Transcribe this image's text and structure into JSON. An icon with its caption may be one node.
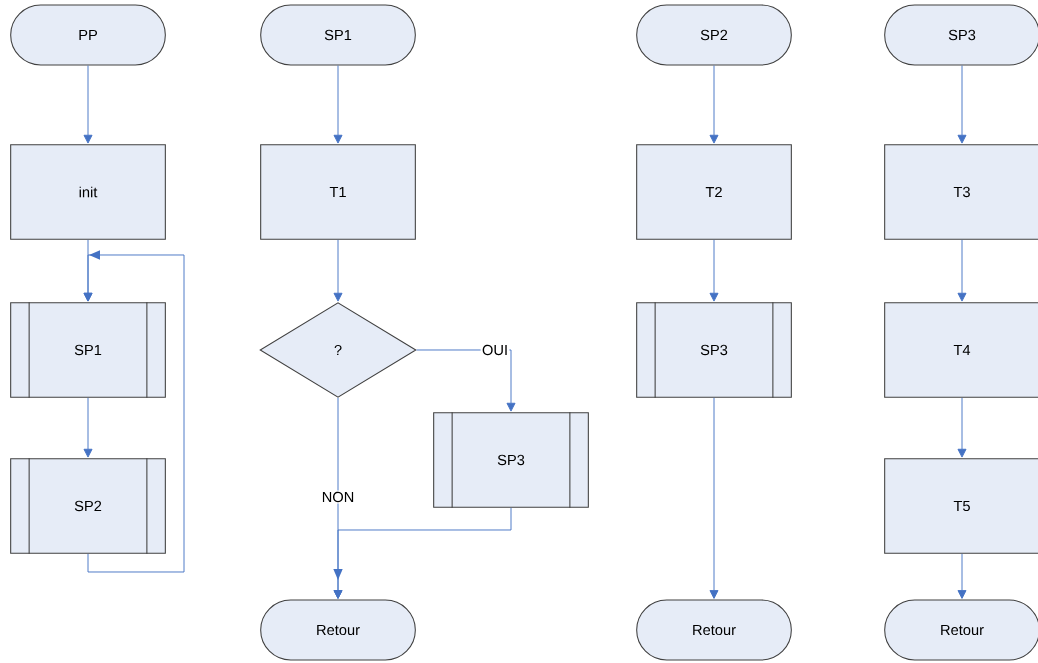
{
  "diagram": {
    "nodes": [
      {
        "text": [
          "PP"
        ]
      },
      {
        "text": [
          "init"
        ]
      },
      {
        "text": [
          "SP1"
        ]
      },
      {
        "text": [
          "SP2"
        ]
      },
      {
        "text": [
          "SP1"
        ]
      },
      {
        "text": [
          "T1"
        ]
      },
      {
        "text": [
          "?"
        ]
      },
      {
        "text": [
          "SP3"
        ]
      },
      {
        "text": [
          "Retour"
        ]
      },
      {
        "text": [
          "SP2"
        ]
      },
      {
        "text": [
          "T2"
        ]
      },
      {
        "text": [
          "SP3"
        ]
      },
      {
        "text": [
          "Retour"
        ]
      },
      {
        "text": [
          "SP3"
        ]
      },
      {
        "text": [
          "T3"
        ]
      },
      {
        "text": [
          "T4"
        ]
      },
      {
        "text": [
          "T5"
        ]
      },
      {
        "text": [
          "Retour"
        ]
      }
    ],
    "edges": [
      {
        "from": 0,
        "to": 1,
        "arrow": "to"
      },
      {
        "from": 1,
        "to": 2,
        "arrow": "to"
      },
      {
        "from": 2,
        "to": 3,
        "arrow": "to"
      },
      {
        "from": 3,
        "to": 2,
        "arrow": "to"
      },
      {
        "from": 4,
        "to": 5,
        "arrow": "to"
      },
      {
        "from": 5,
        "to": 6,
        "arrow": "to"
      },
      {
        "from": 6,
        "to": 7,
        "arrow": "to",
        "label": "OUI"
      },
      {
        "from": 6,
        "to": 8,
        "arrow": "to",
        "label": "NON"
      },
      {
        "from": 7,
        "to": 8,
        "arrow": "to"
      },
      {
        "from": 9,
        "to": 10,
        "arrow": "to"
      },
      {
        "from": 10,
        "to": 11,
        "arrow": "to"
      },
      {
        "from": 11,
        "to": 12,
        "arrow": "to"
      },
      {
        "from": 13,
        "to": 14,
        "arrow": "to"
      },
      {
        "from": 14,
        "to": 15,
        "arrow": "to"
      },
      {
        "from": 15,
        "to": 16,
        "arrow": "to"
      },
      {
        "from": 16,
        "to": 17,
        "arrow": "to"
      }
    ]
  }
}
